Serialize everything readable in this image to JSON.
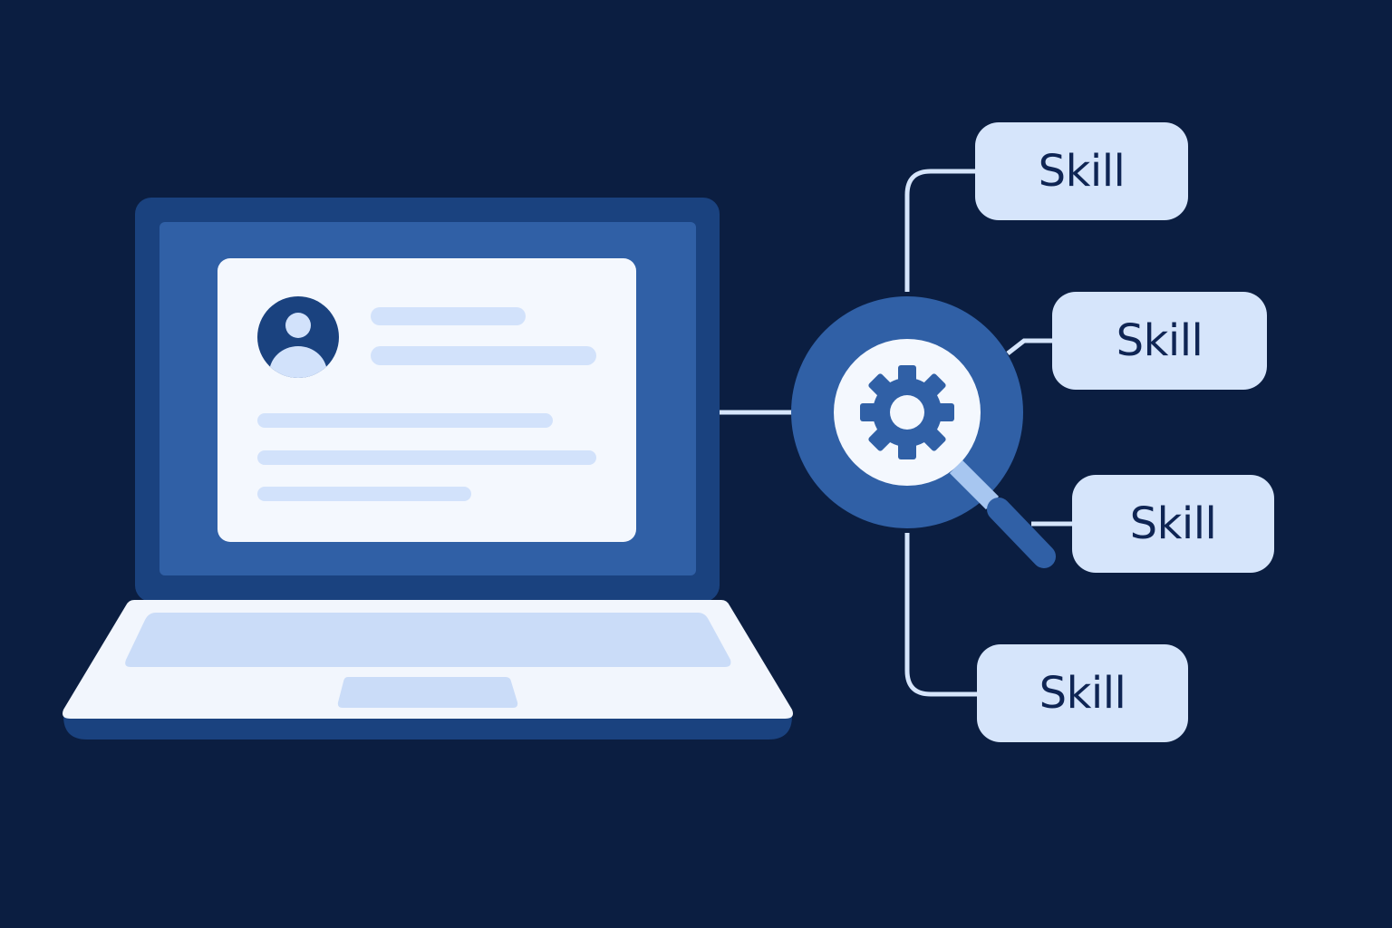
{
  "colors": {
    "background": "#0b1e41",
    "laptop_frame": "#1a427f",
    "laptop_screen": "#3060a6",
    "card": "#f4f8fe",
    "placeholder_line": "#d2e2fb",
    "avatar": "#1a427f",
    "lens_ring": "#3060a6",
    "connector": "#d6e5fb",
    "skill_box": "#d6e5fb",
    "skill_text": "#0f2554"
  },
  "laptop": {
    "profile_card": {
      "avatar_icon": "user-avatar-icon",
      "header_lines": 2,
      "body_lines": 3
    }
  },
  "hub": {
    "icons": [
      "magnifying-glass-icon",
      "gear-icon"
    ]
  },
  "skills": [
    {
      "label": "Skill"
    },
    {
      "label": "Skill"
    },
    {
      "label": "Skill"
    },
    {
      "label": "Skill"
    }
  ]
}
